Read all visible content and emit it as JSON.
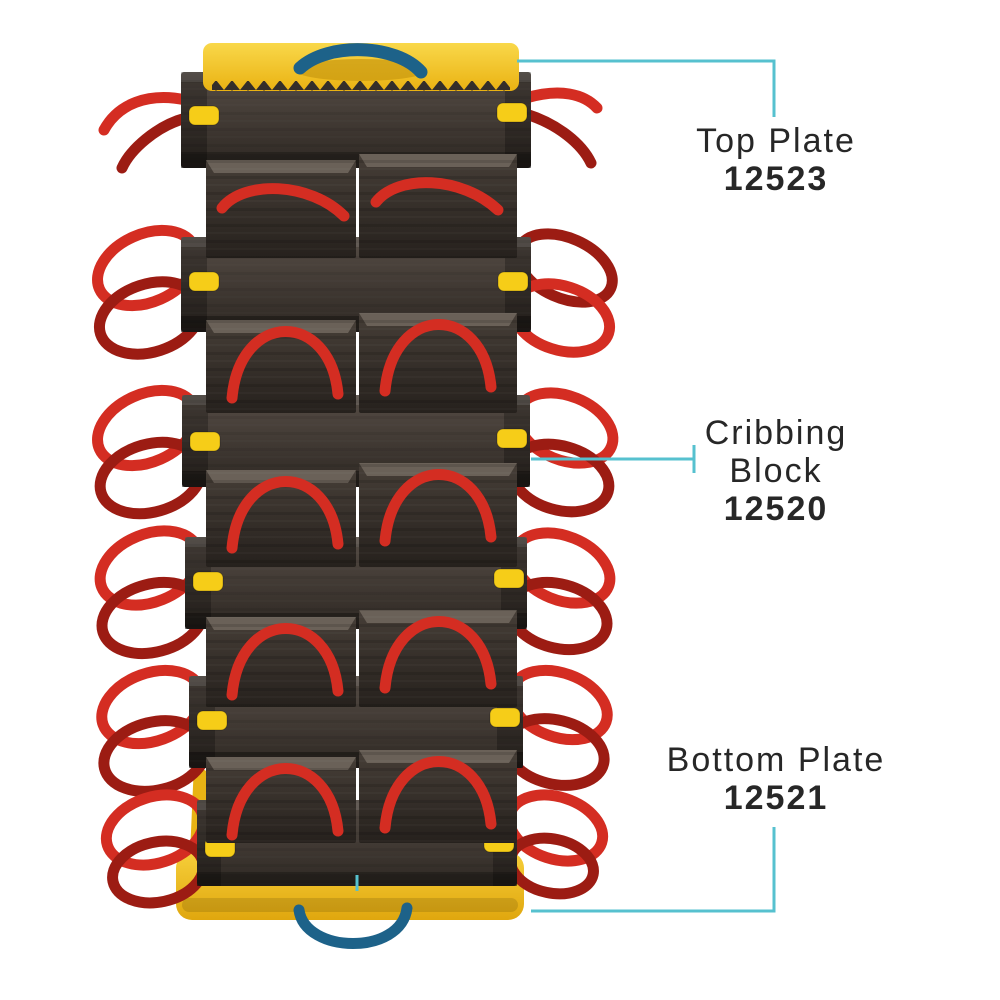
{
  "colors": {
    "background": "#ffffff",
    "ink": "#272727",
    "callout": "#56c1cf",
    "plate_yellow": "#f0bd1a",
    "reflector_yellow": "#f6cd18",
    "handle_blue": "#1d6289",
    "handle_red": "#d42d22",
    "block_brown": "#3c352f"
  },
  "callouts": [
    {
      "part": "Top Plate",
      "code": "12523"
    },
    {
      "part": "Cribbing Block",
      "code": "12520"
    },
    {
      "part": "Bottom Plate",
      "code": "12521"
    }
  ],
  "stack": {
    "cross_block_rows": 6,
    "paired_block_rows": 5,
    "reflectors_per_block": 2
  }
}
